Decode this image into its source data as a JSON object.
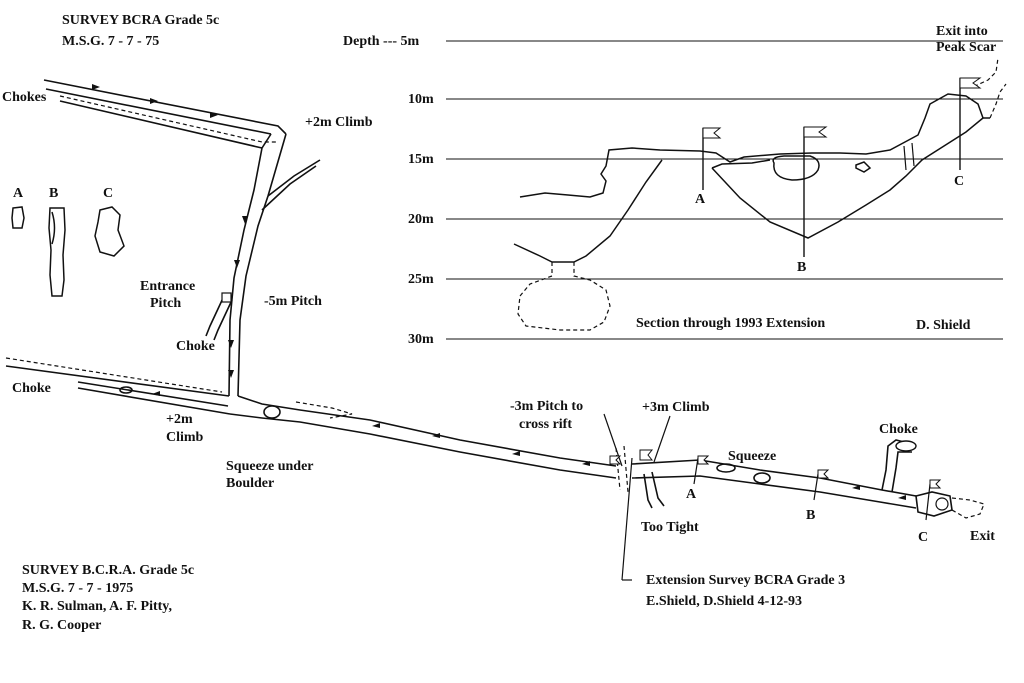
{
  "header": {
    "line1": "SURVEY  BCRA  Grade 5c",
    "line2": "M.S.G. 7 - 7 - 75"
  },
  "section": {
    "depth_levels": [
      "Depth --- 5m",
      "10m",
      "15m",
      "20m",
      "25m",
      "30m"
    ],
    "exit_label": [
      "Exit into",
      "Peak Scar"
    ],
    "markers": [
      "A",
      "B",
      "C"
    ],
    "title": "Section through 1993 Extension",
    "author": "D. Shield"
  },
  "cross_sections": {
    "labels": [
      "A",
      "B",
      "C"
    ]
  },
  "plan_labels": {
    "chokes": "Chokes",
    "climb_2m_top": "+2m Climb",
    "entrance_pitch": [
      "Entrance",
      "Pitch"
    ],
    "pitch_5m": "-5m Pitch",
    "choke_mid": "Choke",
    "choke_left": "Choke",
    "climb_2m_low": [
      "+2m",
      "Climb"
    ],
    "squeeze_boulder": [
      "Squeeze under",
      "Boulder"
    ],
    "pitch_3m": [
      "-3m Pitch to",
      "cross rift"
    ],
    "climb_3m": "+3m Climb",
    "too_tight": "Too Tight",
    "squeeze": "Squeeze",
    "choke_right": "Choke",
    "exit": "Exit",
    "station_a": "A",
    "station_b": "B",
    "station_c": "C"
  },
  "credits": {
    "line1": "SURVEY B.C.R.A. Grade 5c",
    "line2": "M.S.G.  7 - 7 - 1975",
    "line3": "K. R. Sulman, A. F. Pitty,",
    "line4": "R. G. Cooper"
  },
  "extension": {
    "line1": "Extension Survey BCRA Grade 3",
    "line2": "E.Shield, D.Shield     4-12-93"
  }
}
